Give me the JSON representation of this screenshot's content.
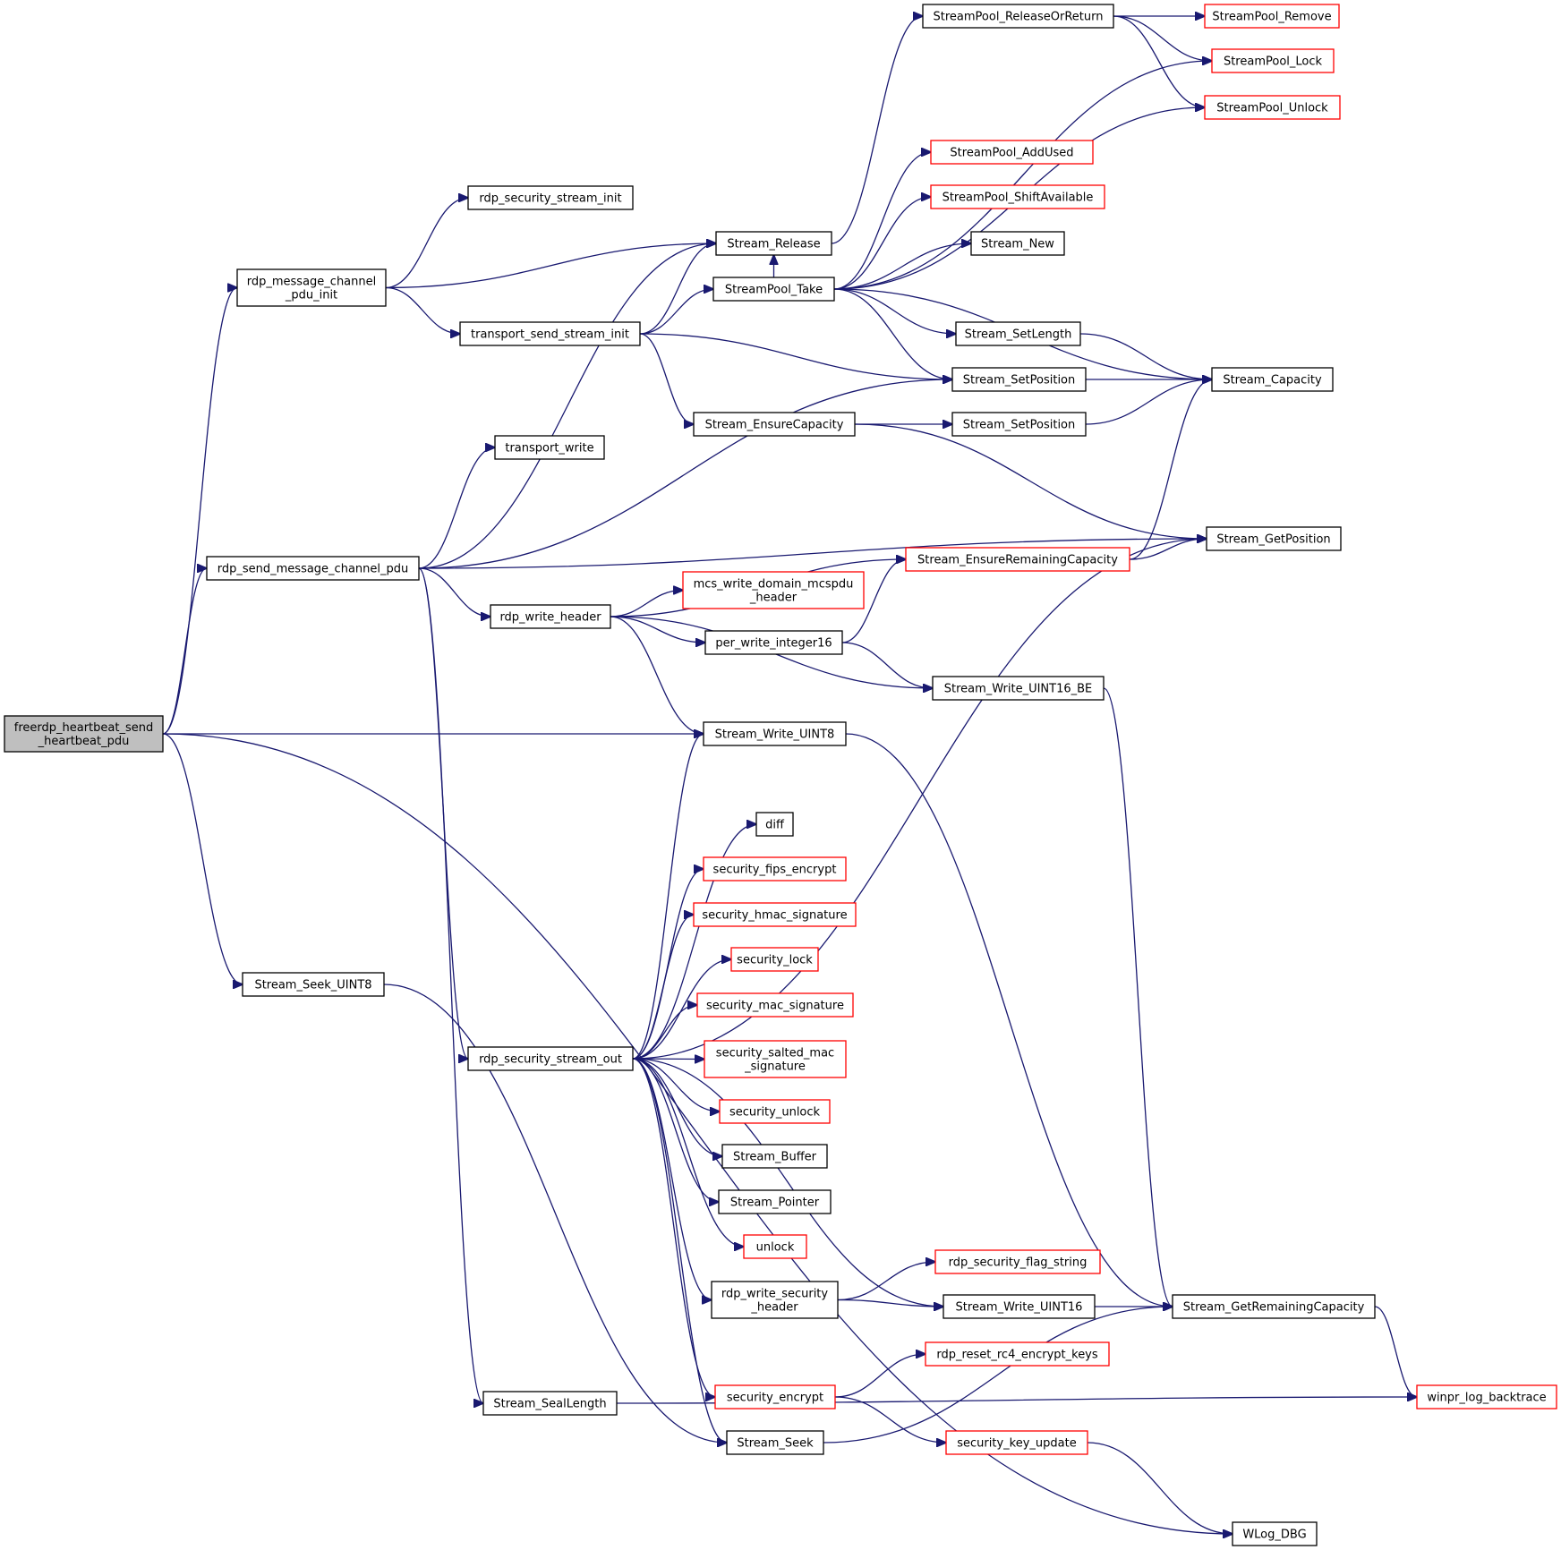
{
  "colors": {
    "edge": "#191970",
    "node_border": "#000000",
    "external_border": "#ff0000",
    "root_fill": "#bfbfbf"
  },
  "nodes": [
    {
      "id": "root",
      "lines": [
        "freerdp_heartbeat_send",
        "_heartbeat_pdu"
      ],
      "style": "root"
    },
    {
      "id": "msg_init",
      "lines": [
        "rdp_message_channel",
        "_pdu_init"
      ],
      "style": "normal"
    },
    {
      "id": "sec_stream_init",
      "lines": [
        "rdp_security_stream_init"
      ],
      "style": "normal"
    },
    {
      "id": "send_msg",
      "lines": [
        "rdp_send_message_channel_pdu"
      ],
      "style": "normal"
    },
    {
      "id": "seek_u8",
      "lines": [
        "Stream_Seek_UINT8"
      ],
      "style": "normal"
    },
    {
      "id": "transport_init",
      "lines": [
        "transport_send_stream_init"
      ],
      "style": "normal"
    },
    {
      "id": "transport_write",
      "lines": [
        "transport_write"
      ],
      "style": "normal"
    },
    {
      "id": "write_header",
      "lines": [
        "rdp_write_header"
      ],
      "style": "normal"
    },
    {
      "id": "sec_stream_out",
      "lines": [
        "rdp_security_stream_out"
      ],
      "style": "normal"
    },
    {
      "id": "seal_length",
      "lines": [
        "Stream_SealLength"
      ],
      "style": "normal"
    },
    {
      "id": "release",
      "lines": [
        "Stream_Release"
      ],
      "style": "normal"
    },
    {
      "id": "pool_take",
      "lines": [
        "StreamPool_Take"
      ],
      "style": "normal"
    },
    {
      "id": "ensure_cap",
      "lines": [
        "Stream_EnsureCapacity"
      ],
      "style": "normal"
    },
    {
      "id": "mcs_header",
      "lines": [
        "mcs_write_domain_mcspdu",
        "_header"
      ],
      "style": "ext"
    },
    {
      "id": "per_int16",
      "lines": [
        "per_write_integer16"
      ],
      "style": "normal"
    },
    {
      "id": "write_u8",
      "lines": [
        "Stream_Write_UINT8"
      ],
      "style": "normal"
    },
    {
      "id": "diff",
      "lines": [
        "diff"
      ],
      "style": "normal"
    },
    {
      "id": "fips",
      "lines": [
        "security_fips_encrypt"
      ],
      "style": "ext"
    },
    {
      "id": "hmac",
      "lines": [
        "security_hmac_signature"
      ],
      "style": "ext"
    },
    {
      "id": "sec_lock",
      "lines": [
        "security_lock"
      ],
      "style": "ext"
    },
    {
      "id": "mac_sig",
      "lines": [
        "security_mac_signature"
      ],
      "style": "ext"
    },
    {
      "id": "salted",
      "lines": [
        "security_salted_mac",
        "_signature"
      ],
      "style": "ext"
    },
    {
      "id": "sec_unlock",
      "lines": [
        "security_unlock"
      ],
      "style": "ext"
    },
    {
      "id": "buffer",
      "lines": [
        "Stream_Buffer"
      ],
      "style": "normal"
    },
    {
      "id": "pointer",
      "lines": [
        "Stream_Pointer"
      ],
      "style": "normal"
    },
    {
      "id": "unlock",
      "lines": [
        "unlock"
      ],
      "style": "ext"
    },
    {
      "id": "write_sec_hdr",
      "lines": [
        "rdp_write_security",
        "_header"
      ],
      "style": "normal"
    },
    {
      "id": "sec_encrypt",
      "lines": [
        "security_encrypt"
      ],
      "style": "ext"
    },
    {
      "id": "seek",
      "lines": [
        "Stream_Seek"
      ],
      "style": "normal"
    },
    {
      "id": "release_return",
      "lines": [
        "StreamPool_ReleaseOrReturn"
      ],
      "style": "normal"
    },
    {
      "id": "add_used",
      "lines": [
        "StreamPool_AddUsed"
      ],
      "style": "ext"
    },
    {
      "id": "shift_avail",
      "lines": [
        "StreamPool_ShiftAvailable"
      ],
      "style": "ext"
    },
    {
      "id": "stream_new",
      "lines": [
        "Stream_New"
      ],
      "style": "normal"
    },
    {
      "id": "set_length",
      "lines": [
        "Stream_SetLength"
      ],
      "style": "normal"
    },
    {
      "id": "set_pos1",
      "lines": [
        "Stream_SetPosition"
      ],
      "style": "normal"
    },
    {
      "id": "set_pos2",
      "lines": [
        "Stream_SetPosition"
      ],
      "style": "normal"
    },
    {
      "id": "ensure_rem",
      "lines": [
        "Stream_EnsureRemainingCapacity"
      ],
      "style": "ext"
    },
    {
      "id": "write_u16be",
      "lines": [
        "Stream_Write_UINT16_BE"
      ],
      "style": "normal"
    },
    {
      "id": "flag_string",
      "lines": [
        "rdp_security_flag_string"
      ],
      "style": "ext"
    },
    {
      "id": "write_u16",
      "lines": [
        "Stream_Write_UINT16"
      ],
      "style": "normal"
    },
    {
      "id": "rc4_keys",
      "lines": [
        "rdp_reset_rc4_encrypt_keys"
      ],
      "style": "ext"
    },
    {
      "id": "key_update",
      "lines": [
        "security_key_update"
      ],
      "style": "ext"
    },
    {
      "id": "pool_remove",
      "lines": [
        "StreamPool_Remove"
      ],
      "style": "ext"
    },
    {
      "id": "pool_lock",
      "lines": [
        "StreamPool_Lock"
      ],
      "style": "ext"
    },
    {
      "id": "pool_unlock",
      "lines": [
        "StreamPool_Unlock"
      ],
      "style": "ext"
    },
    {
      "id": "capacity",
      "lines": [
        "Stream_Capacity"
      ],
      "style": "normal"
    },
    {
      "id": "get_pos",
      "lines": [
        "Stream_GetPosition"
      ],
      "style": "normal"
    },
    {
      "id": "get_rem_cap",
      "lines": [
        "Stream_GetRemainingCapacity"
      ],
      "style": "normal"
    },
    {
      "id": "backtrace",
      "lines": [
        "winpr_log_backtrace"
      ],
      "style": "ext"
    },
    {
      "id": "wlog",
      "lines": [
        "WLog_DBG"
      ],
      "style": "normal"
    }
  ],
  "edges": [
    [
      "root",
      "msg_init"
    ],
    [
      "root",
      "send_msg"
    ],
    [
      "root",
      "write_u8"
    ],
    [
      "root",
      "seek_u8"
    ],
    [
      "root",
      "wlog"
    ],
    [
      "msg_init",
      "sec_stream_init"
    ],
    [
      "msg_init",
      "release"
    ],
    [
      "msg_init",
      "transport_init"
    ],
    [
      "transport_init",
      "release"
    ],
    [
      "transport_init",
      "pool_take"
    ],
    [
      "transport_init",
      "set_pos1"
    ],
    [
      "transport_init",
      "ensure_cap"
    ],
    [
      "send_msg",
      "release"
    ],
    [
      "send_msg",
      "set_pos1"
    ],
    [
      "send_msg",
      "transport_write"
    ],
    [
      "send_msg",
      "get_pos"
    ],
    [
      "send_msg",
      "write_header"
    ],
    [
      "send_msg",
      "sec_stream_out"
    ],
    [
      "send_msg",
      "seal_length"
    ],
    [
      "release",
      "release_return"
    ],
    [
      "release_return",
      "pool_remove"
    ],
    [
      "release_return",
      "pool_lock"
    ],
    [
      "release_return",
      "pool_unlock"
    ],
    [
      "pool_take",
      "pool_lock"
    ],
    [
      "pool_take",
      "pool_unlock"
    ],
    [
      "pool_take",
      "add_used"
    ],
    [
      "pool_take",
      "shift_avail"
    ],
    [
      "pool_take",
      "stream_new"
    ],
    [
      "pool_take",
      "release"
    ],
    [
      "pool_take",
      "capacity"
    ],
    [
      "pool_take",
      "set_length"
    ],
    [
      "pool_take",
      "set_pos1"
    ],
    [
      "set_length",
      "capacity"
    ],
    [
      "set_pos1",
      "capacity"
    ],
    [
      "set_pos2",
      "capacity"
    ],
    [
      "ensure_cap",
      "set_pos2"
    ],
    [
      "ensure_cap",
      "get_pos"
    ],
    [
      "ensure_rem",
      "get_pos"
    ],
    [
      "ensure_rem",
      "capacity"
    ],
    [
      "write_header",
      "ensure_rem"
    ],
    [
      "write_header",
      "mcs_header"
    ],
    [
      "write_header",
      "per_int16"
    ],
    [
      "write_header",
      "write_u16be"
    ],
    [
      "write_header",
      "write_u8"
    ],
    [
      "per_int16",
      "ensure_rem"
    ],
    [
      "per_int16",
      "write_u16be"
    ],
    [
      "write_u16be",
      "get_rem_cap"
    ],
    [
      "write_u8",
      "get_rem_cap"
    ],
    [
      "sec_stream_out",
      "write_u8"
    ],
    [
      "sec_stream_out",
      "get_pos"
    ],
    [
      "sec_stream_out",
      "diff"
    ],
    [
      "sec_stream_out",
      "fips"
    ],
    [
      "sec_stream_out",
      "hmac"
    ],
    [
      "sec_stream_out",
      "sec_lock"
    ],
    [
      "sec_stream_out",
      "mac_sig"
    ],
    [
      "sec_stream_out",
      "salted"
    ],
    [
      "sec_stream_out",
      "sec_unlock"
    ],
    [
      "sec_stream_out",
      "buffer"
    ],
    [
      "sec_stream_out",
      "pointer"
    ],
    [
      "sec_stream_out",
      "unlock"
    ],
    [
      "sec_stream_out",
      "write_sec_hdr"
    ],
    [
      "sec_stream_out",
      "write_u16"
    ],
    [
      "sec_stream_out",
      "sec_encrypt"
    ],
    [
      "sec_stream_out",
      "seek"
    ],
    [
      "write_sec_hdr",
      "flag_string"
    ],
    [
      "write_sec_hdr",
      "write_u16"
    ],
    [
      "write_u16",
      "get_rem_cap"
    ],
    [
      "sec_encrypt",
      "rc4_keys"
    ],
    [
      "sec_encrypt",
      "key_update"
    ],
    [
      "key_update",
      "wlog"
    ],
    [
      "seek_u8",
      "seek"
    ],
    [
      "seek",
      "get_rem_cap"
    ],
    [
      "seal_length",
      "backtrace"
    ],
    [
      "get_rem_cap",
      "backtrace"
    ]
  ]
}
